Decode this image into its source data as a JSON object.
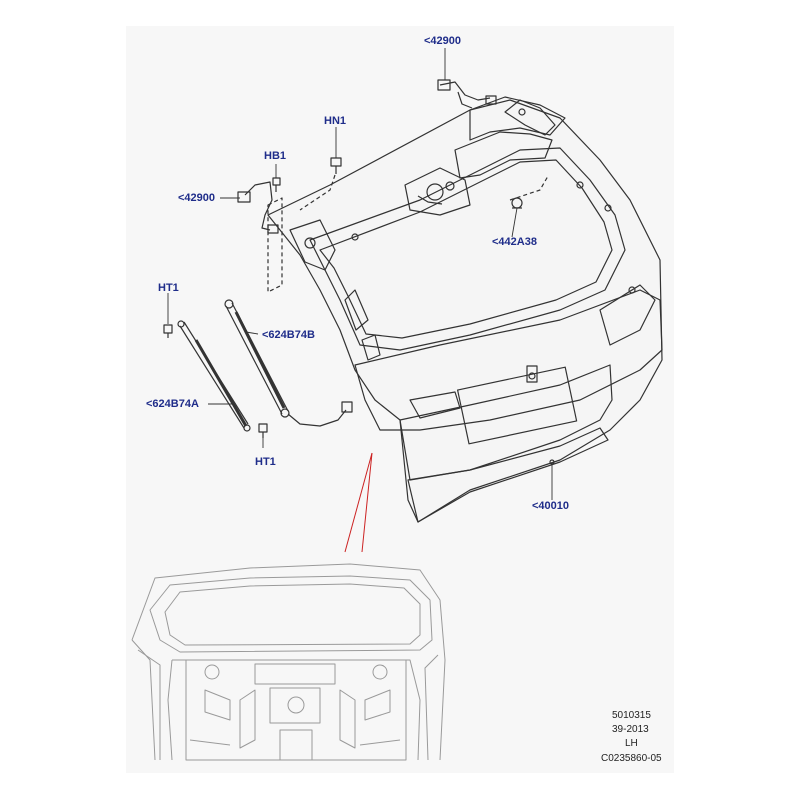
{
  "callouts": {
    "c42900_top": "<42900",
    "hn1": "HN1",
    "hb1": "HB1",
    "c42900_left": "<42900",
    "c442a38": "<442A38",
    "ht1_top": "HT1",
    "c624b74b": "<624B74B",
    "c624b74a": "<624B74A",
    "ht1_bottom": "HT1",
    "c40010": "<40010"
  },
  "reference": {
    "line1": "5010315",
    "line2": "39-2013",
    "line3": "LH",
    "line4": "C0235860-05"
  },
  "colors": {
    "callout": "#1f2d8a",
    "line": "#333333",
    "pointer": "#cc2222",
    "sheet": "#f7f7f7"
  }
}
